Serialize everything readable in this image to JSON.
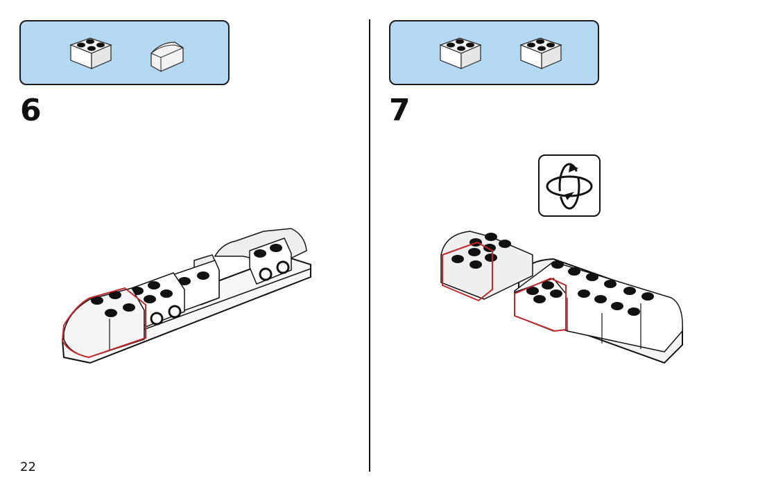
{
  "page": {
    "number": "22"
  },
  "steps": [
    {
      "number": "6",
      "parts": [
        "brick-2x2-white-icon",
        "slope-curved-white-icon"
      ]
    },
    {
      "number": "7",
      "parts": [
        "brick-2x2-white-icon",
        "brick-2x2-white-icon"
      ],
      "callout": "rotate-model-icon"
    }
  ],
  "colors": {
    "parts_box": "#b4d8f2",
    "highlight": "#c0272d"
  }
}
